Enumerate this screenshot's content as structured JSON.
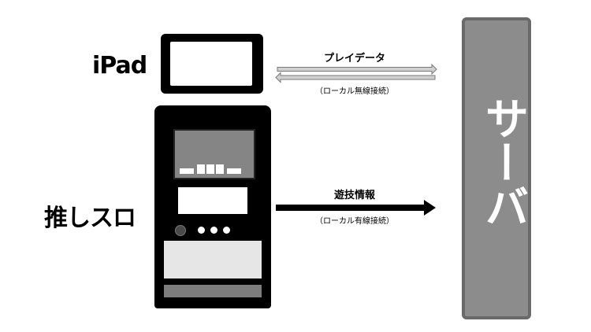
{
  "devices": {
    "ipad_label": "iPad",
    "slot_label": "推しスロ",
    "server_label": "サーバ"
  },
  "connections": {
    "play_data": {
      "title": "プレイデータ",
      "subtitle": "（ローカル無線接続）"
    },
    "game_info": {
      "title": "遊技情報",
      "subtitle": "（ローカル有線接続）"
    }
  }
}
